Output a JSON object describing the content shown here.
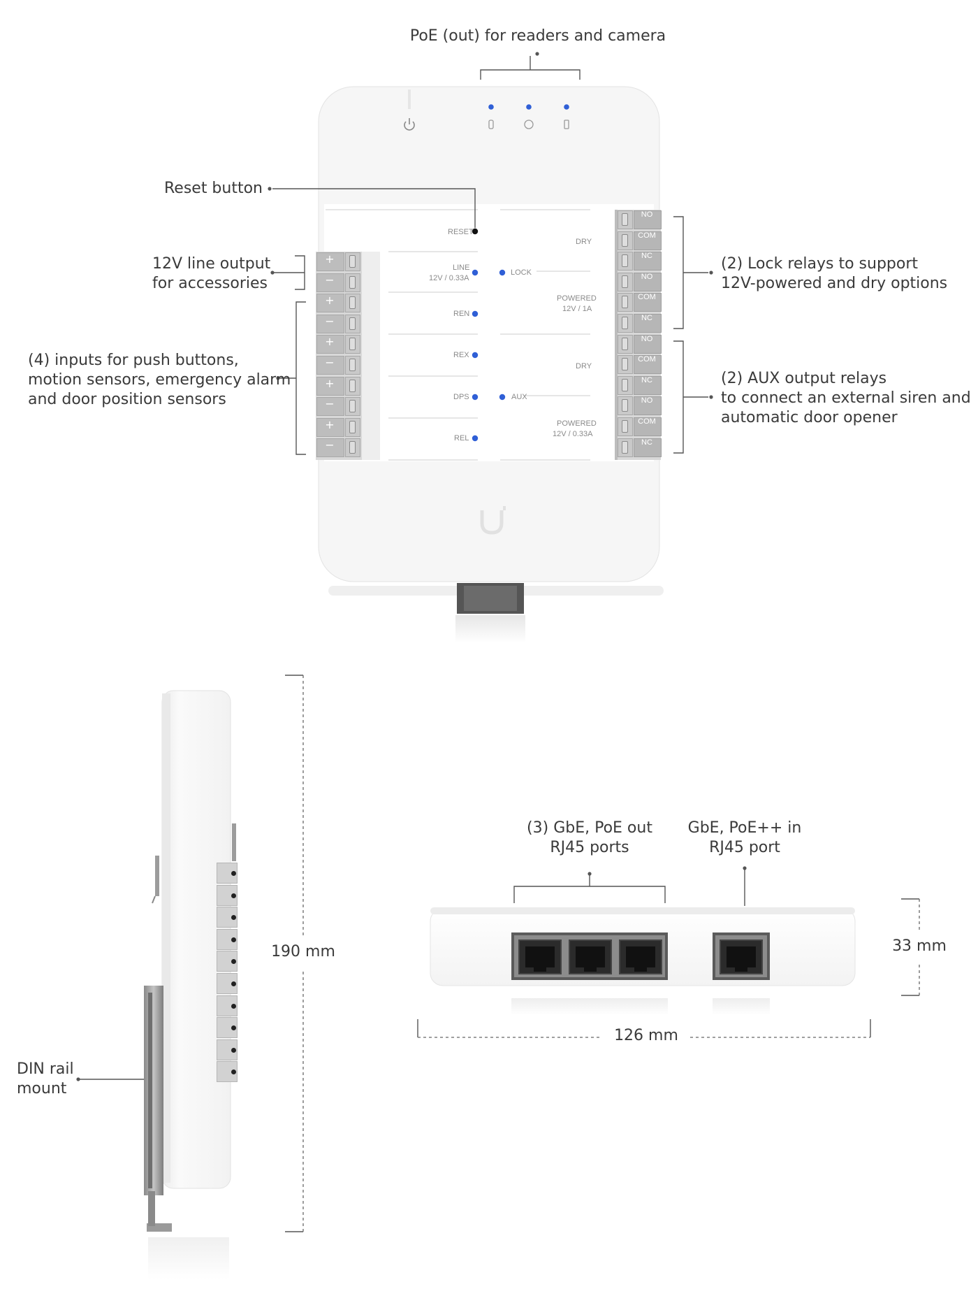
{
  "callouts": {
    "poe_out": "PoE (out) for readers and camera",
    "reset": "Reset button",
    "line_output": [
      "12V line output",
      "for accessories"
    ],
    "inputs": [
      "(4) inputs for push buttons,",
      "motion sensors, emergency alarm",
      "and door position sensors"
    ],
    "lock_relays": [
      "(2) Lock relays to support",
      "12V-powered and dry options"
    ],
    "aux_relays": [
      "(2) AUX output relays",
      "to connect an external siren and",
      "automatic door opener"
    ],
    "gbe_out": [
      "(3) GbE, PoE out",
      "RJ45 ports"
    ],
    "gbe_in": [
      "GbE, PoE++ in",
      "RJ45 port"
    ],
    "din_mount": [
      "DIN rail",
      "mount"
    ]
  },
  "dimensions": {
    "height": "190 mm",
    "width": "126 mm",
    "depth": "33 mm"
  },
  "device_labels": {
    "reset": "RESET",
    "line": "LINE",
    "line_rating": "12V / 0.33A",
    "ren": "REN",
    "rex": "REX",
    "dps": "DPS",
    "rel": "REL",
    "lock": "LOCK",
    "aux": "AUX",
    "dry": "DRY",
    "powered": "POWERED",
    "lock_rating": "12V / 1A",
    "aux_rating": "12V / 0.33A"
  },
  "left_terminals": [
    "+",
    "−",
    "+",
    "−",
    "+",
    "−",
    "+",
    "−",
    "+",
    "−"
  ],
  "right_terminals": [
    "NO",
    "COM",
    "NC",
    "NO",
    "COM",
    "NC",
    "NO",
    "COM",
    "NC",
    "NO",
    "COM",
    "NC"
  ],
  "icons": {
    "power": "power-icon",
    "status_leds": [
      "reader-icon",
      "door-icon",
      "camera-icon"
    ],
    "logo": "ubiquiti-u-logo"
  },
  "colors": {
    "led_blue": "#2f5fd6",
    "device_white": "#f8f8f8",
    "terminal_gray": "#b9b9b9"
  }
}
